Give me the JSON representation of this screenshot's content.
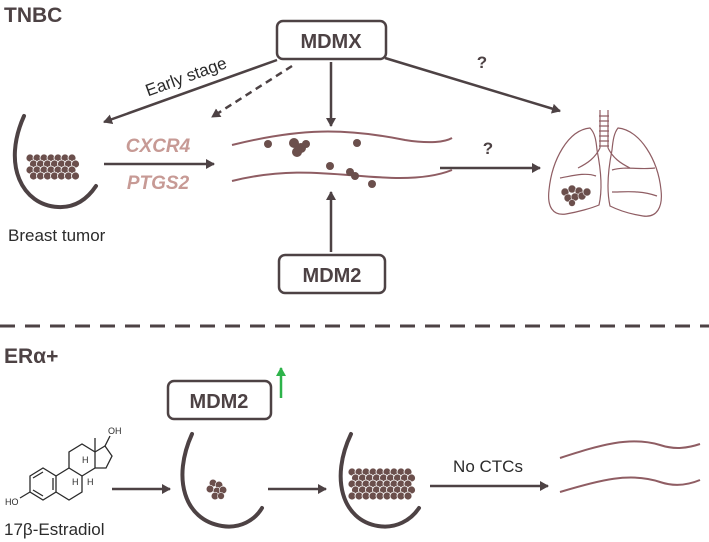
{
  "sections": {
    "top_title": "TNBC",
    "bottom_title": "ERα+"
  },
  "boxes": {
    "mdmx": "MDMX",
    "mdm2_top": "MDM2",
    "mdm2_bottom": "MDM2"
  },
  "labels": {
    "early_stage": "Early stage",
    "gene_cxcr4": "CXCR4",
    "gene_ptgs2": "PTGS2",
    "breast_tumor": "Breast tumor",
    "question_upper": "?",
    "question_lower": "?",
    "no_ctcs": "No CTCs",
    "estradiol": "17β-Estradiol",
    "oh_top": "OH",
    "ho_left": "HO",
    "h1": "H",
    "h2": "H",
    "h3": "H"
  },
  "colors": {
    "dark": "#4d4244",
    "vessel": "#8f5d63",
    "cell": "#6b4f4c",
    "gene_text": "#c79a95",
    "up_arrow": "#2db34a"
  }
}
